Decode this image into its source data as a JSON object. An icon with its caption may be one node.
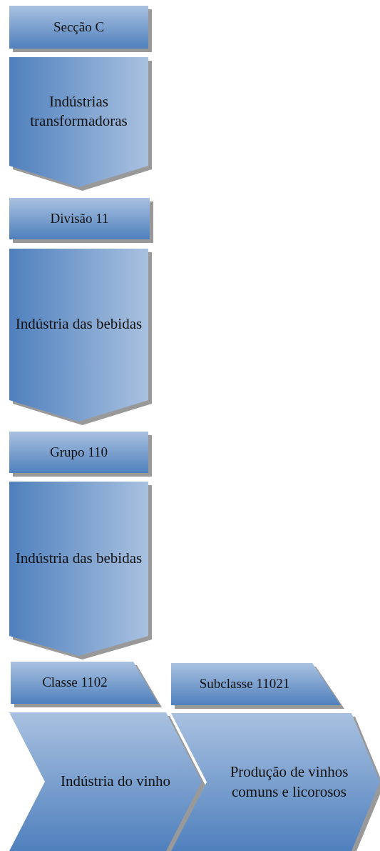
{
  "diagram": {
    "nodes": [
      {
        "text": [
          "Secção C"
        ]
      },
      {
        "text": [
          "Indústrias transformadoras"
        ]
      },
      {
        "text": [
          "Divisão 11"
        ]
      },
      {
        "text": [
          "Indústria das bebidas"
        ]
      },
      {
        "text": [
          "Grupo 110"
        ]
      },
      {
        "text": [
          "Indústria das bebidas"
        ]
      },
      {
        "text": [
          "Classe 1102"
        ]
      },
      {
        "text": [
          "Subclasse 11021"
        ]
      },
      {
        "text": [
          "Indústria do vinho"
        ]
      },
      {
        "text": [
          "Produção de vinhos comuns e licorosos"
        ]
      }
    ]
  }
}
